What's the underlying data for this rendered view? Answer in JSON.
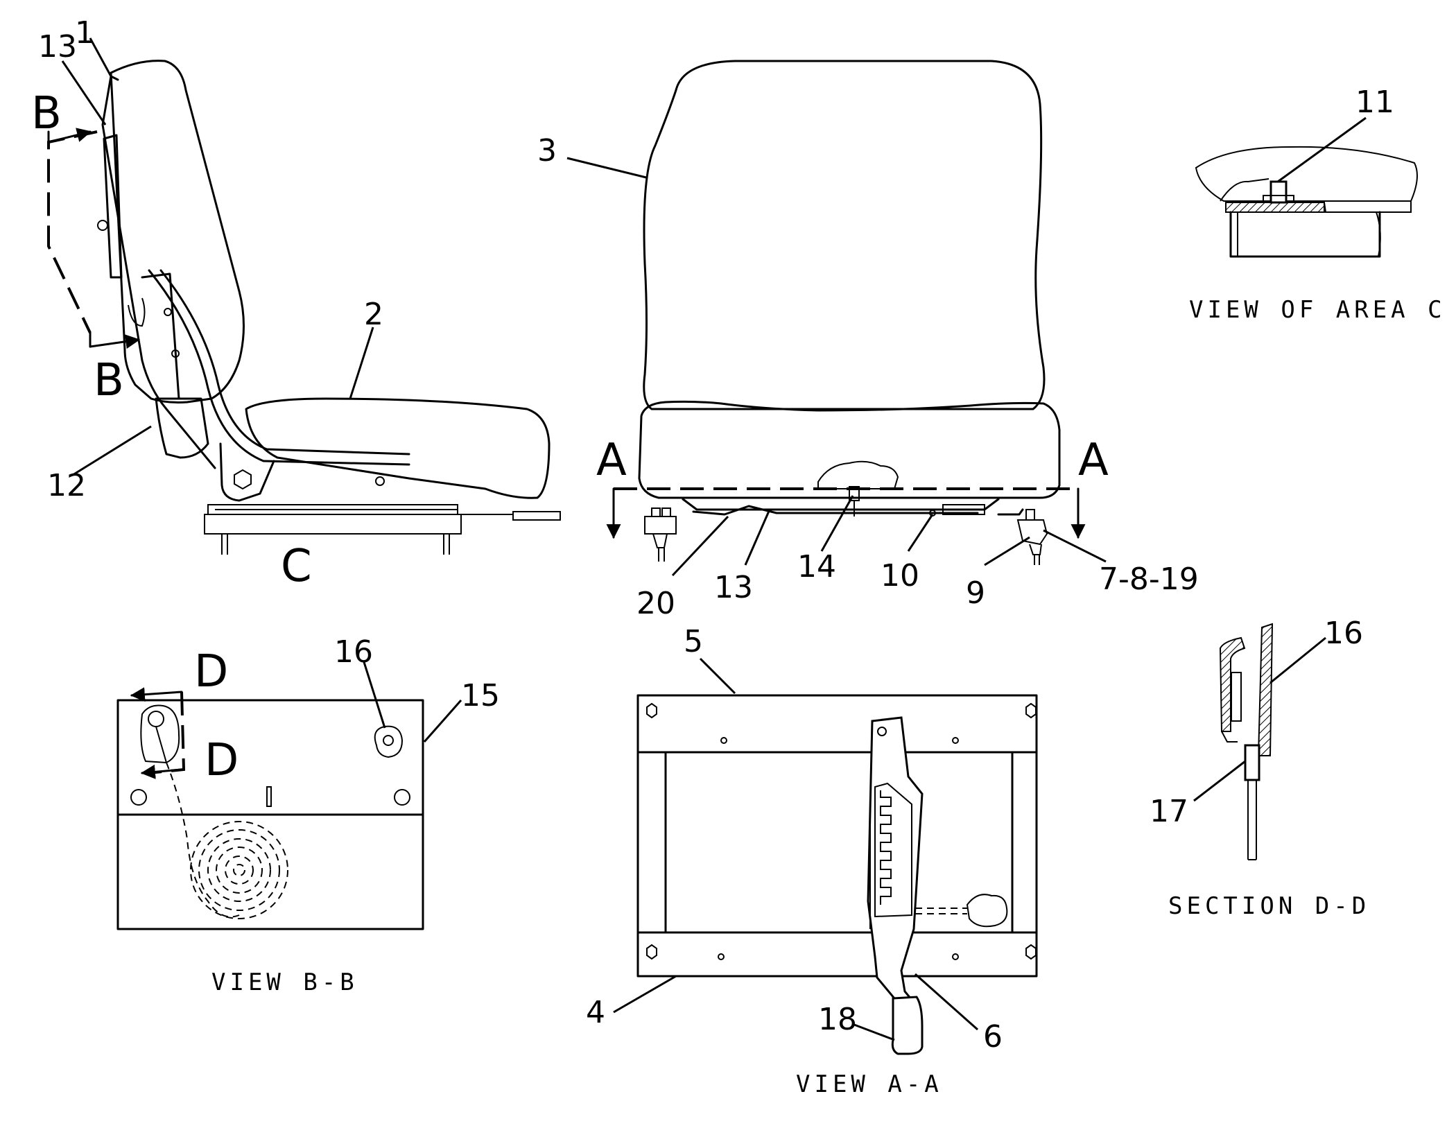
{
  "callouts": [
    "1",
    "2",
    "3",
    "4",
    "5",
    "6",
    "7-8-19",
    "9",
    "10",
    "11",
    "12",
    "13",
    "13",
    "14",
    "15",
    "16",
    "16",
    "17",
    "18",
    "20"
  ],
  "section_markers": [
    "A",
    "A",
    "B",
    "B",
    "C",
    "D",
    "D"
  ],
  "views": {
    "area_c": "VIEW OF AREA C",
    "b_b": "VIEW B-B",
    "a_a": "VIEW A-A",
    "d_d": "SECTION D-D"
  }
}
